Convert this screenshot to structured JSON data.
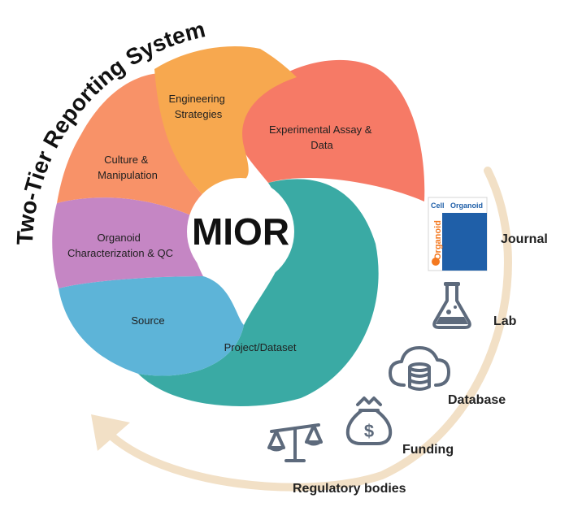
{
  "title": "Two-Tier Reporting System",
  "center_label": "MIOR",
  "segments": [
    {
      "label_lines": [
        "Engineering",
        "Strategies"
      ],
      "color": "#F7A84F"
    },
    {
      "label_lines": [
        "Experimental Assay &",
        "Data"
      ],
      "color": "#F67A66"
    },
    {
      "label_lines": [
        "Project/Dataset"
      ],
      "color": "#3AAAA4"
    },
    {
      "label_lines": [
        "Source"
      ],
      "color": "#5DB4D8"
    },
    {
      "label_lines": [
        "Organoid",
        "Characterization & QC"
      ],
      "color": "#C586C4"
    },
    {
      "label_lines": [
        "Culture &",
        "Manipulation"
      ],
      "color": "#F89268"
    }
  ],
  "external": [
    {
      "label": "Journal",
      "icon": "journal-cover-icon"
    },
    {
      "label": "Lab",
      "icon": "flask-icon"
    },
    {
      "label": "Database",
      "icon": "cloud-database-icon"
    },
    {
      "label": "Funding",
      "icon": "money-bag-icon"
    },
    {
      "label": "Regulatory bodies",
      "icon": "balance-scale-icon"
    }
  ],
  "journal_cover": {
    "word1": "Cell",
    "word2": "Organoid"
  },
  "colors": {
    "arc": "#F2E0C6",
    "icon": "#5D6A7C",
    "journal_blue": "#1F5FA8"
  }
}
